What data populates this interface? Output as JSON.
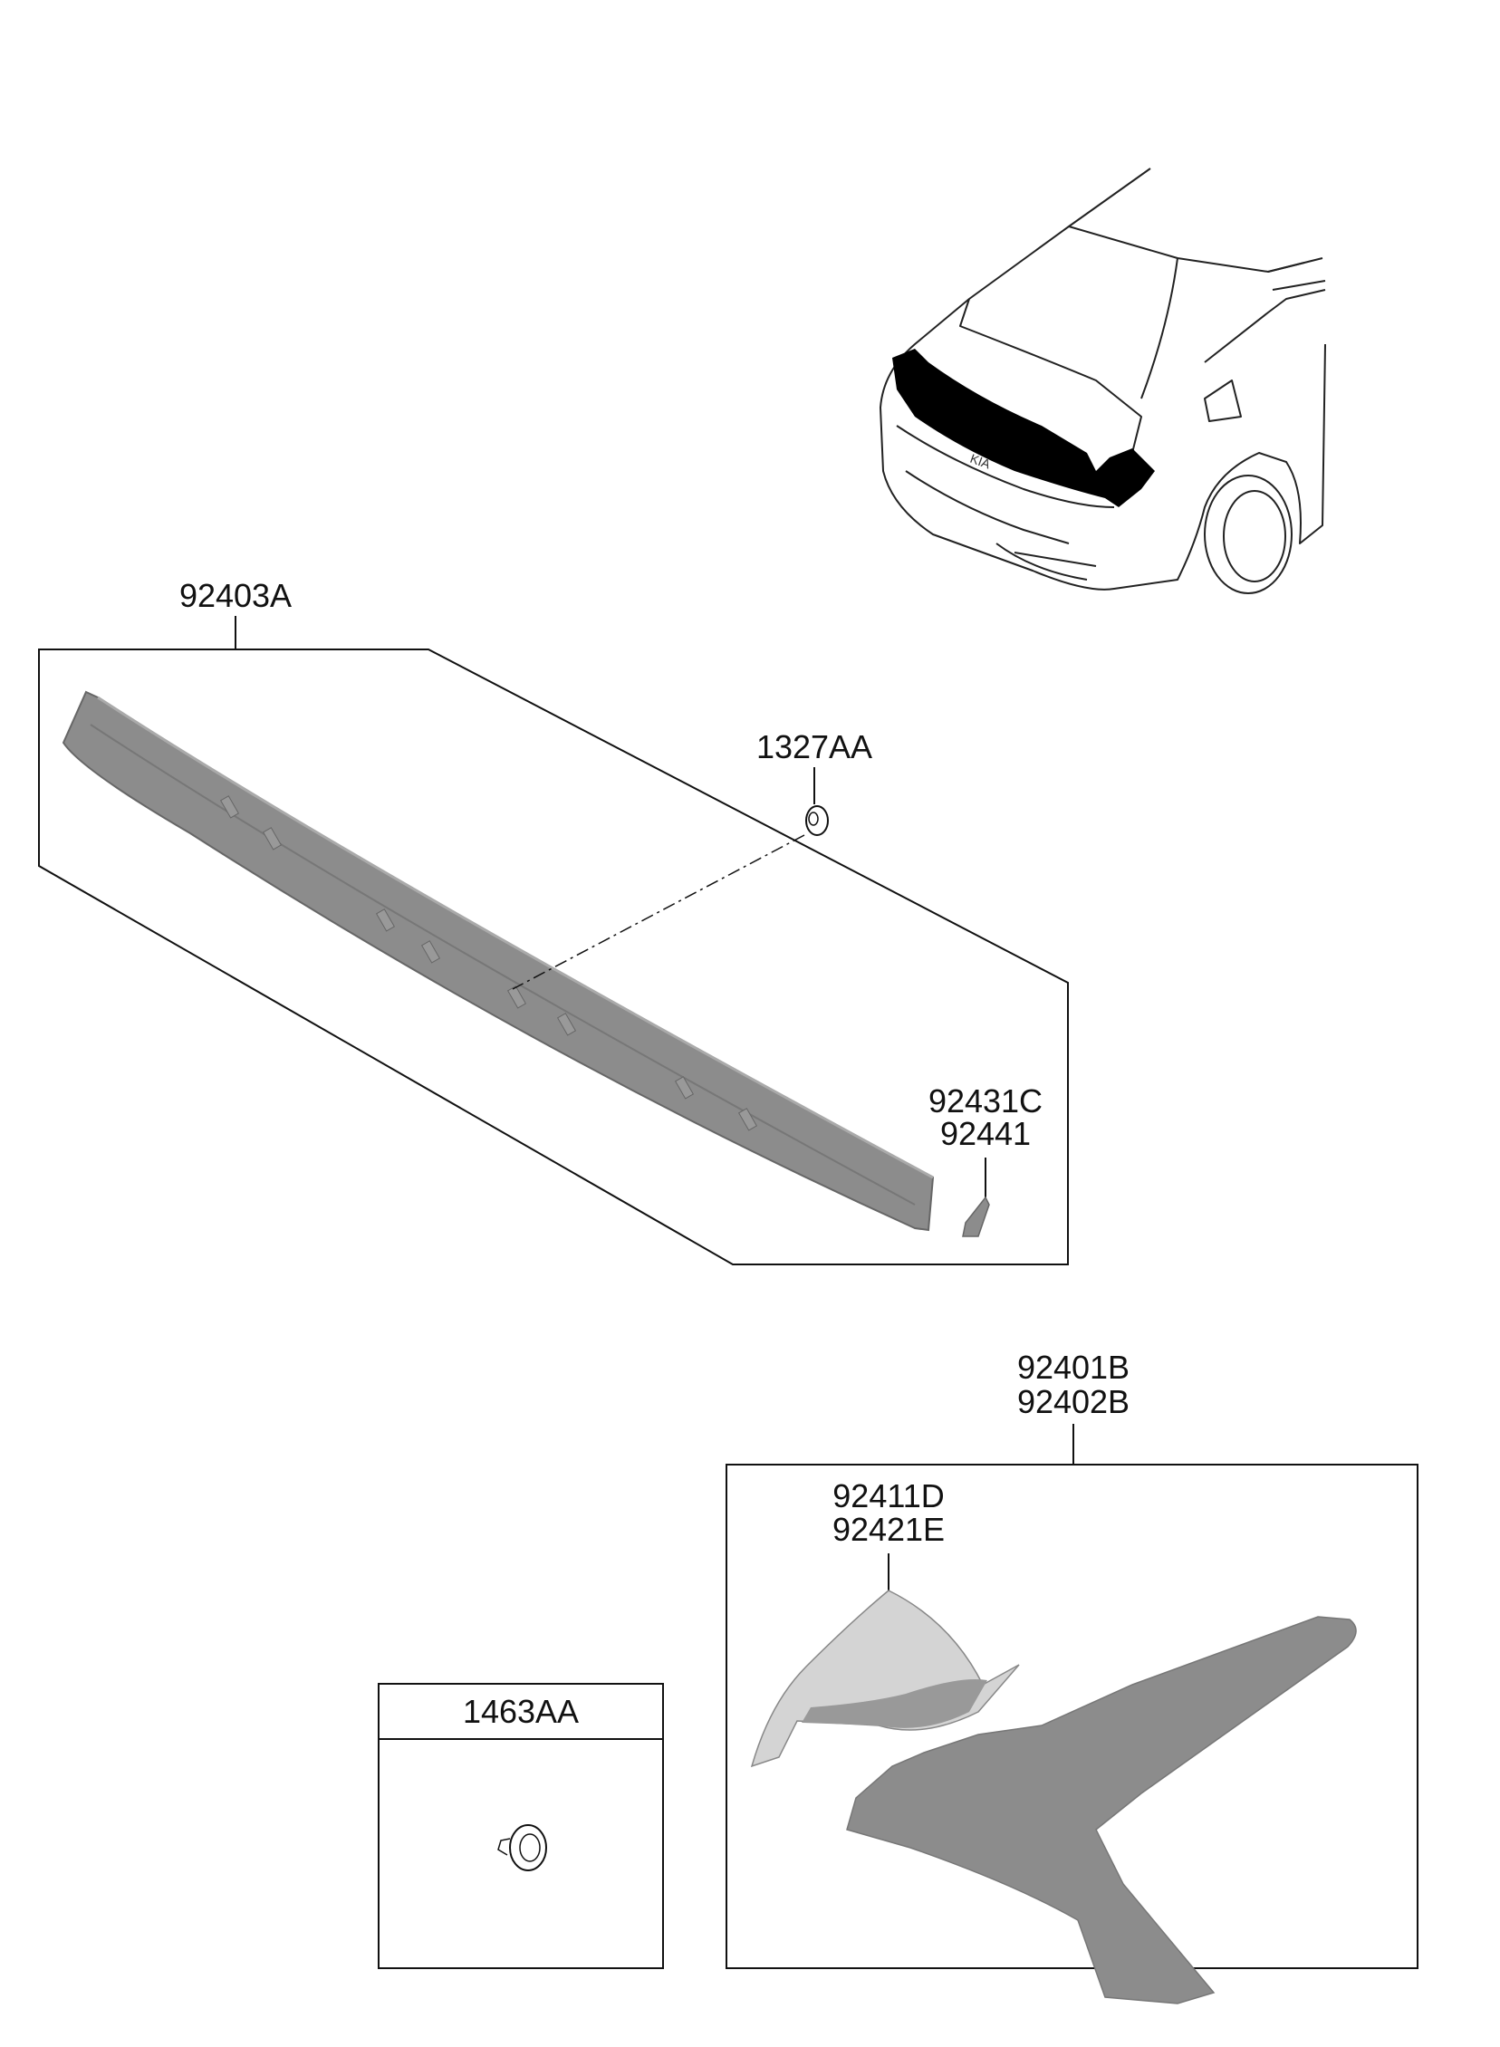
{
  "diagram": {
    "parts": {
      "garnish_assembly": "92403A",
      "nut": "1327AA",
      "end_piece_1": "92431C",
      "end_piece_2": "92441",
      "side_assembly_1": "92401B",
      "side_assembly_2": "92402B",
      "lens_1": "92411D",
      "lens_2": "92421E",
      "clip": "1463AA"
    },
    "colors": {
      "part_fill": "#8c8c8c",
      "part_dark": "#6e6e6e",
      "lens_fill": "#d4d4d4",
      "highlight": "#000000"
    }
  }
}
